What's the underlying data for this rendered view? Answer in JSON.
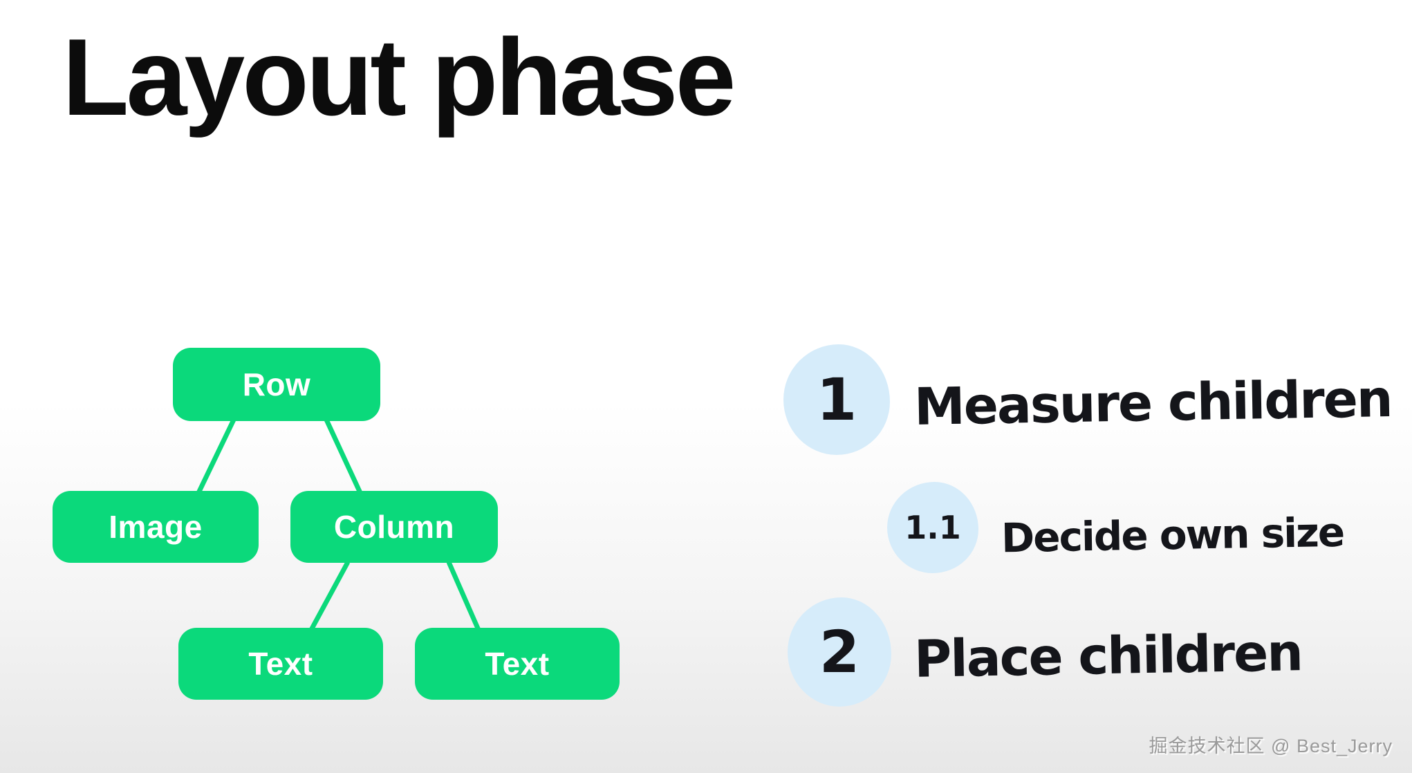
{
  "title": "Layout phase",
  "colors": {
    "node_green": "#0bd97b",
    "step_circle_blue": "#d6ecfa",
    "title_black": "#0c0c0c",
    "watermark_gray": "#9a9a9a",
    "background_bottom": "#e7e7e7"
  },
  "tree": {
    "nodes": [
      {
        "id": "row",
        "label": "Row"
      },
      {
        "id": "image",
        "label": "Image"
      },
      {
        "id": "column",
        "label": "Column"
      },
      {
        "id": "text1",
        "label": "Text"
      },
      {
        "id": "text2",
        "label": "Text"
      }
    ],
    "edges": [
      {
        "from": "Row",
        "to": "Image"
      },
      {
        "from": "Row",
        "to": "Column"
      },
      {
        "from": "Column",
        "to": "Text"
      },
      {
        "from": "Column",
        "to": "Text"
      }
    ]
  },
  "steps": [
    {
      "number": "1",
      "label": "Measure children"
    },
    {
      "number": "1.1",
      "label": "Decide own size"
    },
    {
      "number": "2",
      "label": "Place children"
    }
  ],
  "watermark": "掘金技术社区 @ Best_Jerry"
}
